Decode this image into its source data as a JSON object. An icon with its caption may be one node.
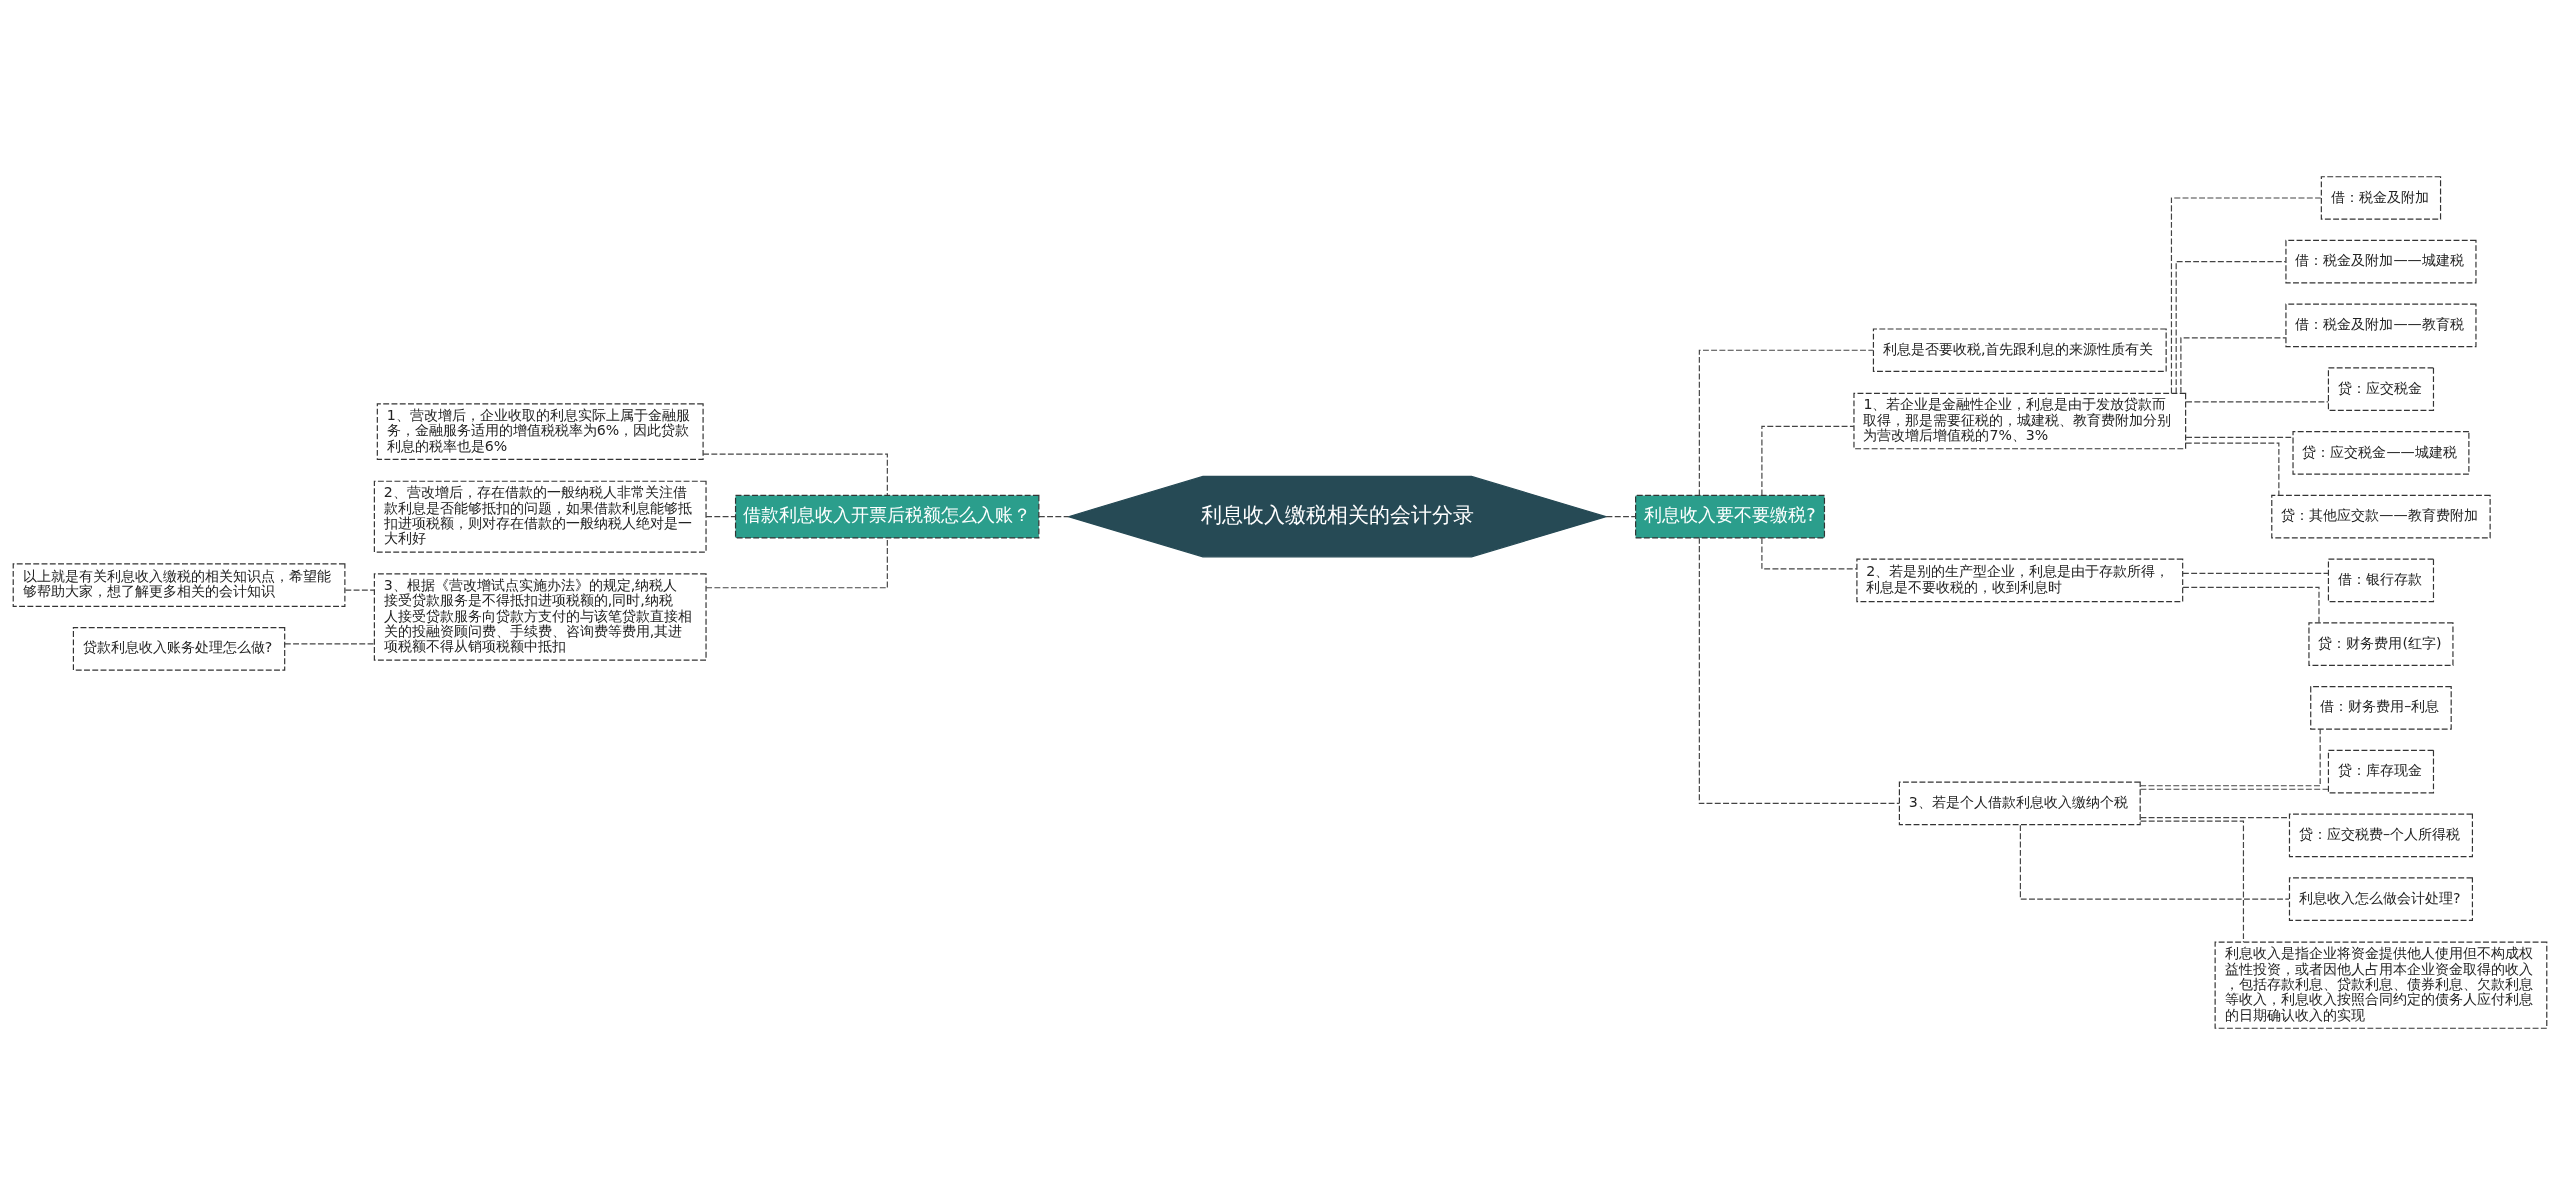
{
  "diagram": {
    "nodes": [
      {
        "text": [
          "利息收入缴税相关的会计分录"
        ]
      },
      {
        "text": [
          "借款利息收入开票后税额怎么入账？"
        ]
      },
      {
        "text": [
          "1、营改增后，企业收取的利息实际上属于金融服务，金融服务适用的增值税税率为6%，因此贷款利息的税率也是6%"
        ]
      },
      {
        "text": [
          "2、营改增后，存在借款的一般纳税人非常关注借款利息是否能够抵扣的问题，如果借款利息能够抵扣进项税额，则对存在借款的一般纳税人绝对是一大利好"
        ]
      },
      {
        "text": [
          "3、根据《营改增试点实施办法》的规定,纳税人接受贷款服务是不得抵扣进项税额的,同时,纳税人接受贷款服务向贷款方支付的与该笔贷款直接相关的投融资顾问费、手续费、咨询费等费用,其进项税额不得从销项税额中抵扣"
        ]
      },
      {
        "text": [
          "以上就是有关利息收入缴税的相关知识点，希望能够帮助大家，想了解更多相关的会计知识"
        ]
      },
      {
        "text": [
          "贷款利息收入账务处理怎么做?"
        ]
      },
      {
        "text": [
          "利息收入要不要缴税?"
        ]
      },
      {
        "text": [
          "利息是否要收税,首先跟利息的来源性质有关"
        ]
      },
      {
        "text": [
          "1、若企业是金融性企业，利息是由于发放贷款而取得，那是需要征税的，城建税、教育费附加分别为营改增后增值税的7%、3%"
        ]
      },
      {
        "text": [
          "借：税金及附加"
        ]
      },
      {
        "text": [
          "借：税金及附加——城建税"
        ]
      },
      {
        "text": [
          "借：税金及附加——教育税"
        ]
      },
      {
        "text": [
          "贷：应交税金"
        ]
      },
      {
        "text": [
          "贷：应交税金——城建税"
        ]
      },
      {
        "text": [
          "贷：其他应交款——教育费附加"
        ]
      },
      {
        "text": [
          "2、若是别的生产型企业，利息是由于存款所得，利息是不要收税的，收到利息时"
        ]
      },
      {
        "text": [
          "借：银行存款"
        ]
      },
      {
        "text": [
          "贷：财务费用(红字)"
        ]
      },
      {
        "text": [
          "3、若是个人借款利息收入缴纳个税"
        ]
      },
      {
        "text": [
          "借：财务费用–利息"
        ]
      },
      {
        "text": [
          "贷：库存现金"
        ]
      },
      {
        "text": [
          "贷：应交税费–个人所得税"
        ]
      },
      {
        "text": [
          "利息收入怎么做会计处理?"
        ]
      },
      {
        "text": [
          "利息收入是指企业将资金提供他人使用但不构成权益性投资，或者因他人占用本企业资金取得的收入，包括存款利息、贷款利息、债券利息、欠款利息等收入，利息收入按照合同约定的债务人应付利息的日期确认收入的实现"
        ]
      }
    ],
    "edges": [
      {
        "from": 1,
        "to": 0,
        "arrow": "none"
      },
      {
        "from": 2,
        "to": 1,
        "arrow": "none"
      },
      {
        "from": 3,
        "to": 1,
        "arrow": "none"
      },
      {
        "from": 4,
        "to": 1,
        "arrow": "none"
      },
      {
        "from": 5,
        "to": 4,
        "arrow": "none"
      },
      {
        "from": 6,
        "to": 4,
        "arrow": "none"
      },
      {
        "from": 0,
        "to": 7,
        "arrow": "none"
      },
      {
        "from": 7,
        "to": 8,
        "arrow": "none"
      },
      {
        "from": 7,
        "to": 9,
        "arrow": "none"
      },
      {
        "from": 9,
        "to": 10,
        "arrow": "none"
      },
      {
        "from": 9,
        "to": 11,
        "arrow": "none"
      },
      {
        "from": 9,
        "to": 12,
        "arrow": "none"
      },
      {
        "from": 9,
        "to": 13,
        "arrow": "none"
      },
      {
        "from": 9,
        "to": 14,
        "arrow": "none"
      },
      {
        "from": 9,
        "to": 15,
        "arrow": "none"
      },
      {
        "from": 7,
        "to": 16,
        "arrow": "none"
      },
      {
        "from": 16,
        "to": 17,
        "arrow": "none"
      },
      {
        "from": 16,
        "to": 18,
        "arrow": "none"
      },
      {
        "from": 7,
        "to": 19,
        "arrow": "none"
      },
      {
        "from": 19,
        "to": 20,
        "arrow": "none"
      },
      {
        "from": 19,
        "to": 21,
        "arrow": "none"
      },
      {
        "from": 19,
        "to": 22,
        "arrow": "none"
      },
      {
        "from": 19,
        "to": 23,
        "arrow": "none"
      },
      {
        "from": 19,
        "to": 24,
        "arrow": "none"
      }
    ]
  }
}
